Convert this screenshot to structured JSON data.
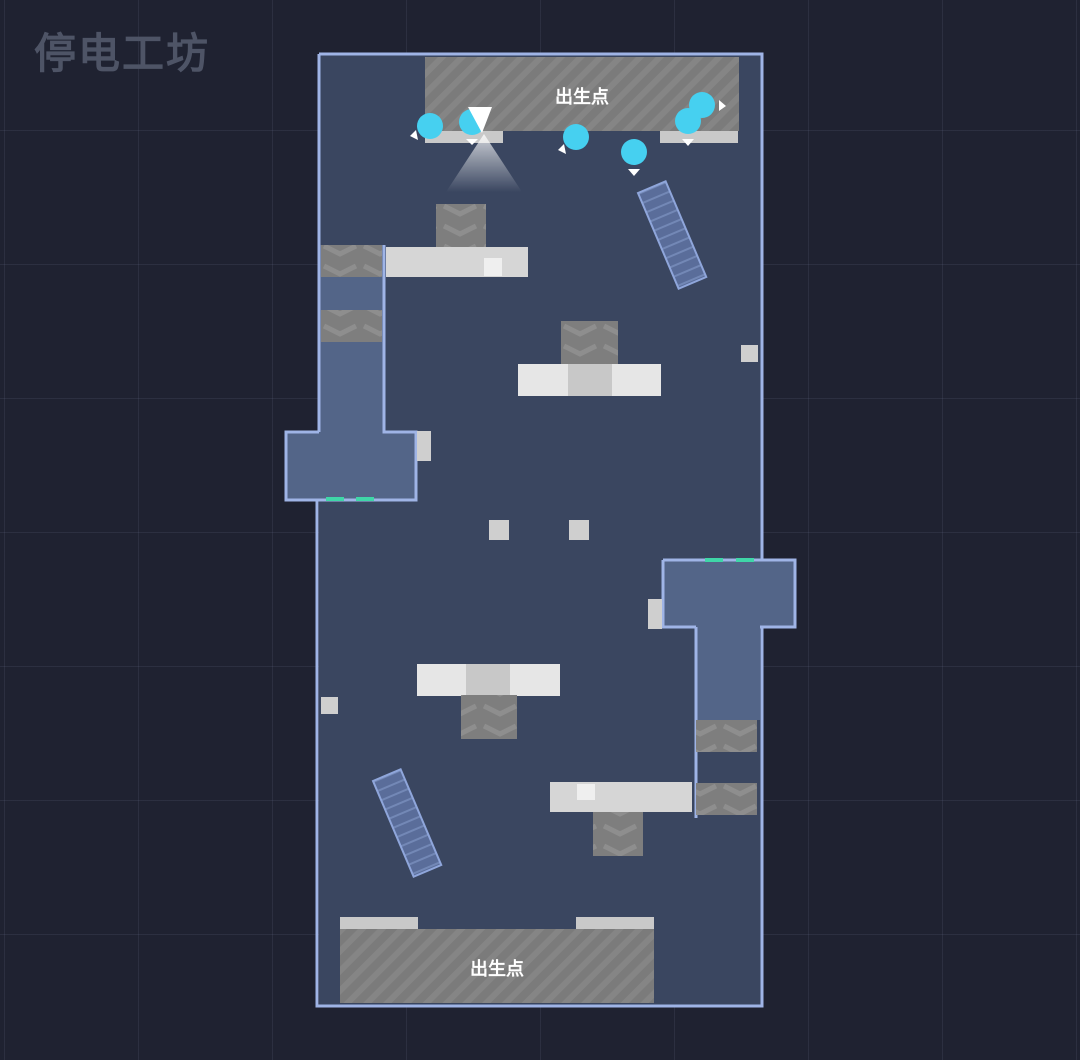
{
  "watermark": "停电工坊",
  "spawn_points": {
    "top_label": "出生点",
    "bottom_label": "出生点"
  },
  "players": [
    {
      "id": "player-1",
      "facing": "down-left"
    },
    {
      "id": "player-2",
      "facing": "down"
    },
    {
      "id": "player-3",
      "facing": "down-left"
    },
    {
      "id": "player-4",
      "facing": "down"
    },
    {
      "id": "player-5",
      "facing": "right"
    },
    {
      "id": "player-6",
      "facing": "down"
    }
  ],
  "colors": {
    "background": "#1f2231",
    "floor": "#3a4660",
    "wall": "#9fb4e6",
    "room": "#536588",
    "spawn_zone": "#7a7a7a",
    "player": "#46d0f0",
    "door": "#3fd6a8"
  }
}
